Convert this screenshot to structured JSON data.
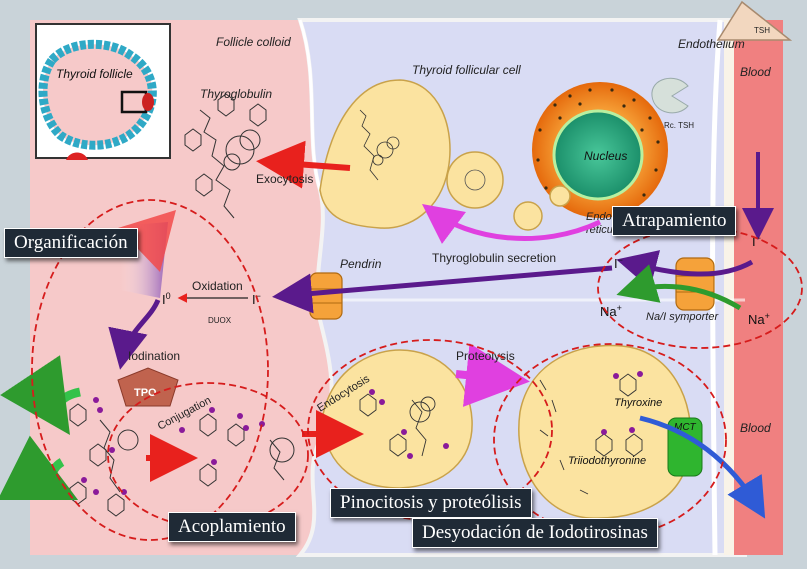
{
  "diagram": {
    "inset_label": "Thyroid follicle",
    "follicle_colloid": "Follicle colloid",
    "thyroid_follicular_cell": "Thyroid follicular cell",
    "endothelium": "Endothelium",
    "blood_top": "Blood",
    "blood_bottom": "Blood",
    "tsh": "TSH",
    "rc_tsh": "Rc. TSH",
    "nucleus": "Nucleus",
    "er_line1": "Endo",
    "er_line2": "reticulum",
    "thyroglobulin": "Thyroglobulin",
    "exocytosis": "Exocytosis",
    "thyroglobulin_secretion": "Thyroglobulin secretion",
    "pendrin": "Pendrin",
    "oxidation": "Oxidation",
    "i_zero": "I",
    "i_zero_sup": "0",
    "i_minus_mid": "I",
    "duox": "DUOX",
    "i_minus_nis": "I",
    "i_minus_blood": "I",
    "na_left": "Na",
    "na_right": "Na",
    "nis": "Na/I symporter",
    "iodination": "Iodination",
    "tpo": "TPO",
    "conjugation": "Conjugation",
    "endocytosis": "Endocytosis",
    "proteolysis": "Proteolysis",
    "thyroxine": "Thyroxine",
    "triiodothyronine": "Triiodothyronine",
    "mct": "MCT"
  },
  "callouts": {
    "organificacion": "Organificación",
    "atrapamiento": "Atrapamiento",
    "pinocitosis": "Pinocitosis y proteólisis",
    "acoplamiento": "Acoplamiento",
    "desyodacion": "Desyodación de Iodotirosinas"
  },
  "colors": {
    "colloid": "#f6c9c9",
    "cell": "#d9dcf4",
    "blood": "#f08080",
    "vesicle": "#fbe3a0",
    "callout_bg": "#1f2a36",
    "dashed_circle": "#d61c1c"
  }
}
